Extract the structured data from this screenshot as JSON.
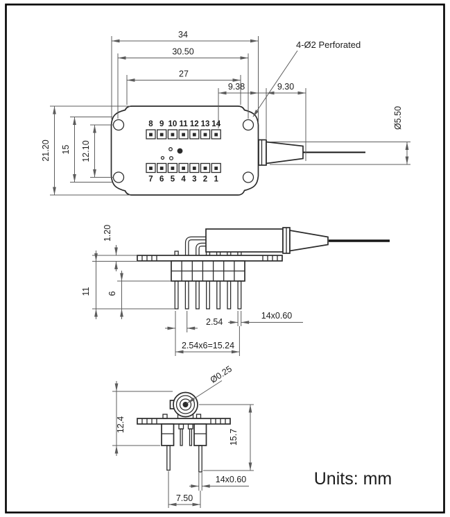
{
  "figure": {
    "kind": "mechanical-drawing-3-views"
  },
  "footer": {
    "units_note": "Units: mm"
  },
  "top_view": {
    "callout": "4-Ø2 Perforated",
    "dims": {
      "overall_width": "34",
      "hole_span": "30.50",
      "lid_width": "27",
      "pin_to_edge": "9.38",
      "edge_to_boot": "9.30",
      "overall_height": "21.20",
      "inner_height": "15",
      "hole_vertical_span": "12.10",
      "boot_diameter": "Ø5.50"
    },
    "pins_top": [
      "8",
      "9",
      "10",
      "11",
      "12",
      "13",
      "14"
    ],
    "pins_bottom": [
      "7",
      "6",
      "5",
      "4",
      "3",
      "2",
      "1"
    ]
  },
  "side_view": {
    "dims": {
      "flange_thickness": "1.20",
      "height_below_flange": "11",
      "pin_free_length": "6",
      "pin_pitch": "2.54",
      "pin_width": "14x0.60",
      "pin_row_span": "2.54x6=15.24"
    }
  },
  "front_view": {
    "dims": {
      "fiber_core_diameter": "Ø0.25",
      "ferrule_to_block": "12.4",
      "axis_to_pin_tip": "15.7",
      "pin_width": "14x0.60",
      "pin_spacing": "7.50"
    }
  },
  "colors": {
    "background": "#ffffff",
    "part_line": "#2b2b2b",
    "dimension_line": "#5c5c5c",
    "text": "#1c1c1c",
    "border": "#000000"
  }
}
